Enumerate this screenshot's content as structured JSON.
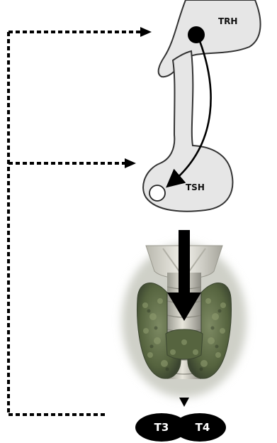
{
  "labels": {
    "releasing_hormone": "TRH",
    "stimulating_hormone": "TSH",
    "hormone_a": "T3",
    "hormone_b": "T4"
  },
  "colors": {
    "gland_fill": "#e6e6e6",
    "outline": "#333333",
    "arrow": "#000000",
    "thyroid_tissue": "#5d6a4a"
  },
  "icons": {
    "hypothalamus": "hypothalamus-shape",
    "pituitary": "pituitary-shape",
    "thyroid": "thyroid-gland-image"
  }
}
